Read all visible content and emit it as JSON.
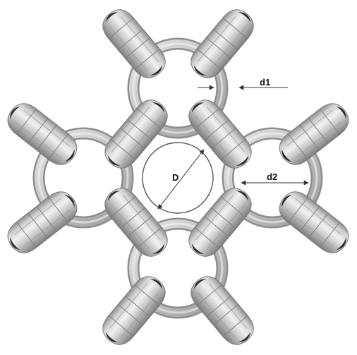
{
  "labels": {
    "d1": "d1",
    "d2": "d2",
    "D": "D"
  },
  "colors": {
    "ring_fill": "#c9c9c9",
    "ring_edge": "#8a8a8a",
    "link_body": "#c4c4c4",
    "link_light": "#ececec",
    "link_dark": "#7a7a7a",
    "link_tip": "#2a2a2a",
    "dimension_line": "#333333",
    "background": "#ffffff"
  }
}
